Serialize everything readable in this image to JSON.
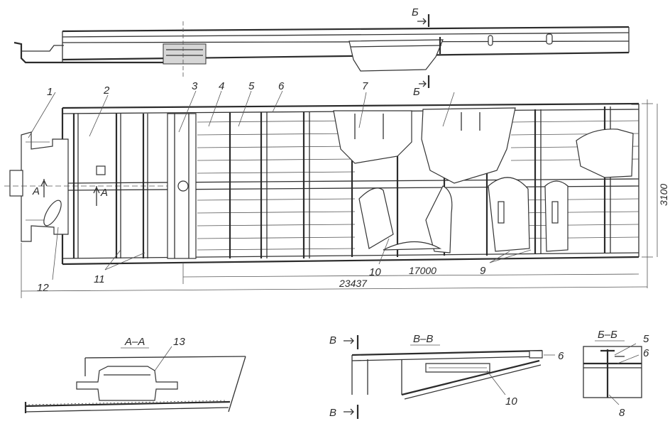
{
  "part_labels": {
    "p1": "1",
    "p2": "2",
    "p3": "3",
    "p4": "4",
    "p5": "5",
    "p6": "6",
    "p7": "7",
    "p9": "9",
    "p10": "10",
    "p11": "11",
    "p12": "12",
    "p13": "13",
    "sec_a_p13": "13",
    "sec_v_p6": "6",
    "sec_v_p10": "10",
    "sec_b_p5": "5",
    "sec_b_p6": "6",
    "sec_b_p8": "8"
  },
  "section_marks": {
    "b_top": "Б",
    "b_bottom": "Б",
    "a_left": "А",
    "a_right": "А",
    "v_top": "В",
    "v_bottom": "В"
  },
  "dimensions": {
    "length_inner": "17000",
    "length_total": "23437",
    "width": "3100"
  },
  "section_titles": {
    "a": "А–А",
    "v": "В–В",
    "b": "Б–Б"
  }
}
